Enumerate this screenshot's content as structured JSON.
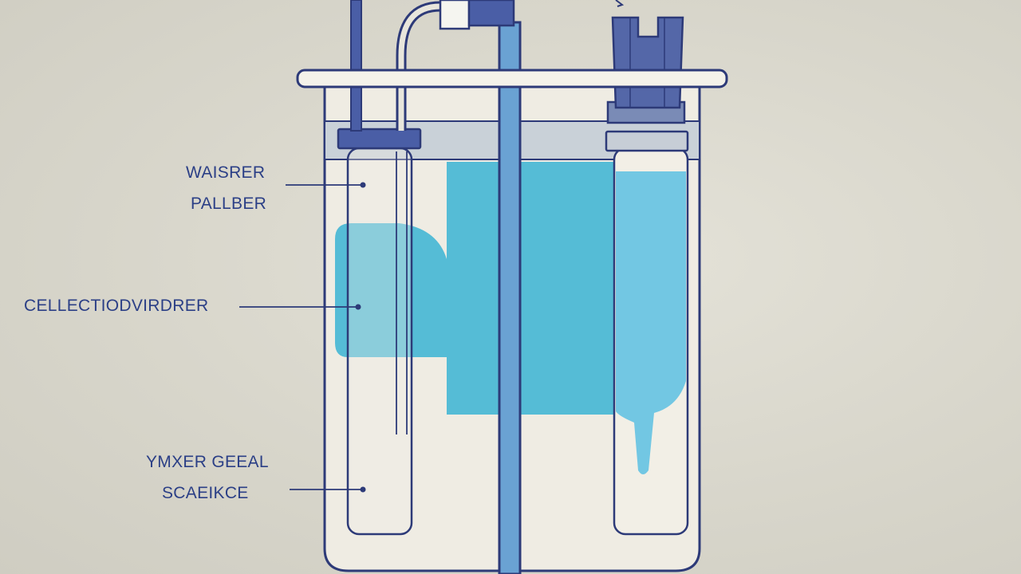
{
  "colors": {
    "background": "#d9d7cc",
    "outline": "#2d3a78",
    "liquid": "#55bcd6",
    "liquid_light": "#72c7e3",
    "glass": "#efece3",
    "cap": "#4a5ea6",
    "rod": "#6aa2d3",
    "label_text": "#2b3f86"
  },
  "labels": {
    "label_1": "WAISRER",
    "label_2": "PALLBER",
    "label_3": "CELLECTIODVIRDRER",
    "label_4": "YMXER GEEAL",
    "label_5": "SCAEIKCE"
  }
}
